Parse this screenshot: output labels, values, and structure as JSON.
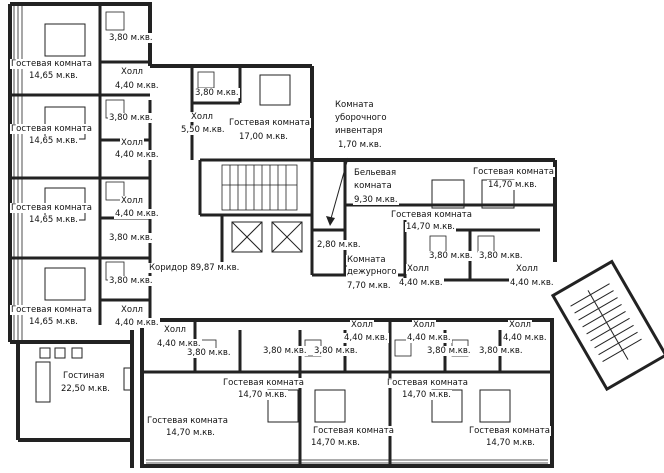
{
  "rooms": {
    "guest_left_1": {
      "name": "Гостевая комната",
      "area": "14,65 м.кв."
    },
    "guest_left_2": {
      "name": "Гостевая комната",
      "area": "14,65 м.кв."
    },
    "guest_left_3": {
      "name": "Гостевая комната",
      "area": "14,65 м.кв."
    },
    "guest_left_4": {
      "name": "Гостевая комната",
      "area": "14,65 м.кв."
    },
    "bath_l1": "3,80 м.кв.",
    "bath_l2": "3,80 м.кв.",
    "bath_l3": "3,80 м.кв.",
    "bath_l4": "3,80 м.кв.",
    "hall_l1": {
      "name": "Холл",
      "area": "4,40 м.кв."
    },
    "hall_l2": {
      "name": "Холл",
      "area": "4,40 м.кв."
    },
    "hall_l3": {
      "name": "Холл",
      "area": "4,40 м.кв."
    },
    "hall_l4": {
      "name": "Холл",
      "area": "4,40 м.кв."
    },
    "top_bath": "3,80 м.кв.",
    "top_hall": {
      "name": "Холл",
      "area": "5,50 м.кв."
    },
    "top_guest": {
      "name": "Гостевая комната",
      "area": "17,00 м.кв."
    },
    "cleaning": {
      "line1": "Комната",
      "line2": "уборочного",
      "line3": "инвентаря",
      "area": "1,70 м.кв."
    },
    "linen": {
      "line1": "Бельевая",
      "line2": "комната",
      "area": "9,30 м.кв."
    },
    "small_room": "2,80 м.кв.",
    "duty": {
      "line1": "Комната",
      "line2": "дежурного",
      "area": "7,70 м.кв."
    },
    "corridor": "Коридор 89,87 м.кв.",
    "living": {
      "name": "Гостиная",
      "area": "22,50 м.кв."
    },
    "guest_r_top": {
      "name": "Гостевая комната",
      "area": "14,70 м.кв."
    },
    "guest_r_mid": {
      "name": "Гостевая комната",
      "area": "14,70 м.кв."
    },
    "bath_r1": "3,80 м.кв.",
    "bath_r2": "3,80 м.кв.",
    "hall_r1": {
      "name": "Холл",
      "area": "4,40 м.кв."
    },
    "hall_r2": {
      "name": "Холл",
      "area": "4,40 м.кв."
    },
    "bot_hall_1": {
      "name": "Холл",
      "area": "4,40 м.кв."
    },
    "bot_hall_2": {
      "name": "Холл",
      "area": "4,40 м.кв."
    },
    "bot_hall_3": {
      "name": "Холл",
      "area": "4,40 м.кв."
    },
    "bot_hall_4": {
      "name": "Холл",
      "area": "4,40 м.кв."
    },
    "bot_bath_1": "3,80 м.кв.",
    "bot_bath_2": "3,80 м.кв.",
    "bot_bath_3": "3,80 м.кв.",
    "bot_bath_4": "3,80 м.кв.",
    "bot_bath_5": "3,80 м.кв.",
    "bot_guest_1": {
      "name": "Гостевая комната",
      "area": "14,70 м.кв."
    },
    "bot_guest_2": {
      "name": "Гостевая комната",
      "area": "14,70 м.кв."
    },
    "bot_guest_3": {
      "name": "Гостевая комната",
      "area": "14,70 м.кв."
    },
    "bot_guest_4": {
      "name": "Гостевая комната",
      "area": "14,70 м.кв."
    },
    "bot_guest_5": {
      "name": "Гостевая комната",
      "area": "14,70 м.кв."
    }
  }
}
